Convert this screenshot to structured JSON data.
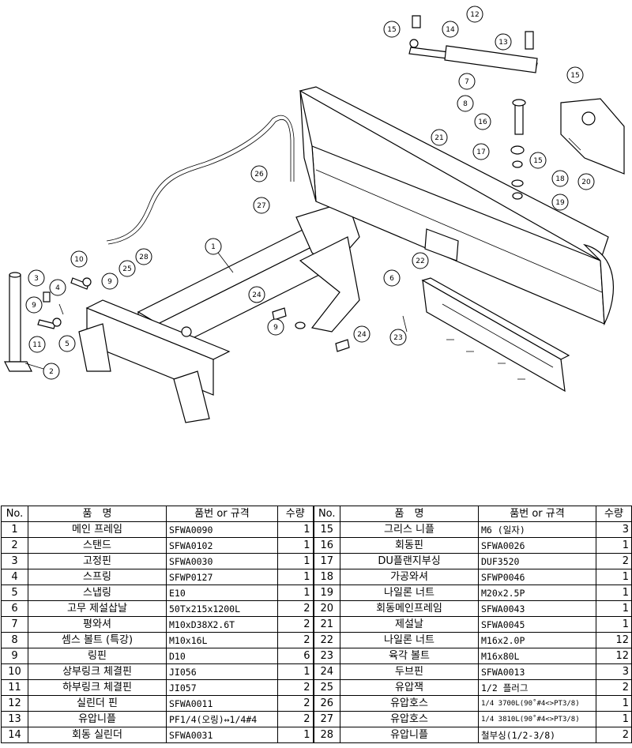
{
  "table": {
    "headers": {
      "no": "No.",
      "name": "품　명",
      "code": "품번 or 규격",
      "qty": "수량"
    },
    "left": [
      {
        "no": "1",
        "name": "메인 프레임",
        "code": "SFWA0090",
        "qty": "1"
      },
      {
        "no": "2",
        "name": "스탠드",
        "code": "SFWA0102",
        "qty": "1"
      },
      {
        "no": "3",
        "name": "고정핀",
        "code": "SFWA0030",
        "qty": "1"
      },
      {
        "no": "4",
        "name": "스프링",
        "code": "SFWP0127",
        "qty": "1"
      },
      {
        "no": "5",
        "name": "스냅링",
        "code": "E10",
        "qty": "1"
      },
      {
        "no": "6",
        "name": "고무 제설삽날",
        "code": "50Tx215x1200L",
        "qty": "2"
      },
      {
        "no": "7",
        "name": "평와셔",
        "code": "M10xD38X2.6T",
        "qty": "2"
      },
      {
        "no": "8",
        "name": "셈스 볼트 (특강)",
        "code": "M10x16L",
        "qty": "2"
      },
      {
        "no": "9",
        "name": "링핀",
        "code": "D10",
        "qty": "6"
      },
      {
        "no": "10",
        "name": "상부링크 체결핀",
        "code": "JI056",
        "qty": "1"
      },
      {
        "no": "11",
        "name": "하부링크 체결핀",
        "code": "JI057",
        "qty": "2"
      },
      {
        "no": "12",
        "name": "실린더 핀",
        "code": "SFWA0011",
        "qty": "2"
      },
      {
        "no": "13",
        "name": "유압니플",
        "code": "PF1/4(오링)↔1/4#4",
        "qty": "2"
      },
      {
        "no": "14",
        "name": "회동 실린더",
        "code": "SFWA0031",
        "qty": "1"
      }
    ],
    "right": [
      {
        "no": "15",
        "name": "그리스 니플",
        "code": "M6 (일자)",
        "qty": "3"
      },
      {
        "no": "16",
        "name": "회동핀",
        "code": "SFWA0026",
        "qty": "1"
      },
      {
        "no": "17",
        "name": "DU플랜지부싱",
        "code": "DUF3520",
        "qty": "2"
      },
      {
        "no": "18",
        "name": "가공와셔",
        "code": "SFWP0046",
        "qty": "1"
      },
      {
        "no": "19",
        "name": "나일론 너트",
        "code": "M20x2.5P",
        "qty": "1"
      },
      {
        "no": "20",
        "name": "회동메인프레임",
        "code": "SFWA0043",
        "qty": "1"
      },
      {
        "no": "21",
        "name": "제설날",
        "code": "SFWA0045",
        "qty": "1"
      },
      {
        "no": "22",
        "name": "나일론 너트",
        "code": "M16x2.0P",
        "qty": "12"
      },
      {
        "no": "23",
        "name": "육각 볼트",
        "code": "M16x80L",
        "qty": "12"
      },
      {
        "no": "24",
        "name": "두브핀",
        "code": "SFWA0013",
        "qty": "3"
      },
      {
        "no": "25",
        "name": "유압잭",
        "code": "1/2 플러그",
        "qty": "2"
      },
      {
        "no": "26",
        "name": "유압호스",
        "code": "1/4 3700L(90˚#4<>PT3/8)",
        "qty": "1"
      },
      {
        "no": "27",
        "name": "유압호스",
        "code": "1/4 3810L(90˚#4<>PT3/8)",
        "qty": "1"
      },
      {
        "no": "28",
        "name": "유압니플",
        "code": "철부싱(1/2-3/8)",
        "qty": "2"
      }
    ]
  },
  "drawing": {
    "callouts": [
      "1",
      "2",
      "3",
      "4",
      "5",
      "6",
      "7",
      "8",
      "9",
      "9",
      "9",
      "10",
      "11",
      "12",
      "13",
      "14",
      "15",
      "15",
      "15",
      "16",
      "17",
      "18",
      "19",
      "20",
      "21",
      "22",
      "23",
      "24",
      "24",
      "25",
      "26",
      "27",
      "28"
    ]
  }
}
